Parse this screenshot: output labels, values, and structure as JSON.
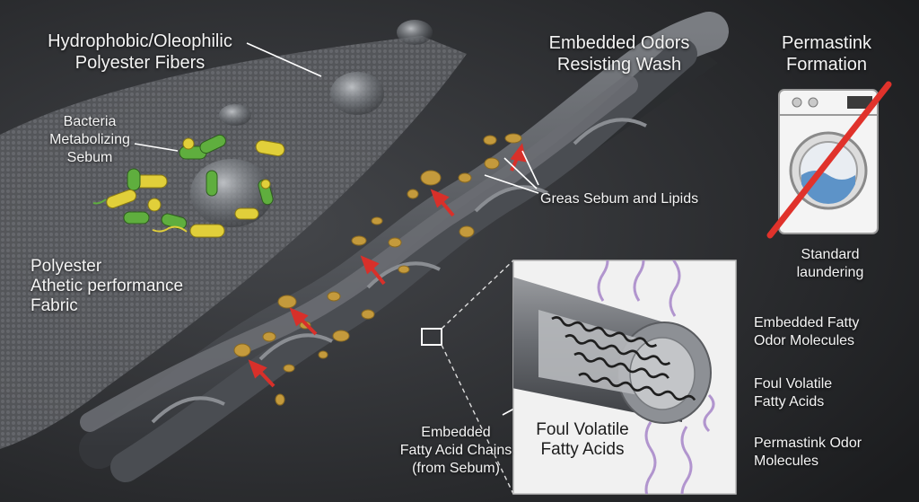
{
  "labels": {
    "hydrophobic": [
      "Hydrophobic/Oleophilic",
      "Polyester Fibers"
    ],
    "embedded_odors": [
      "Embedded Odors",
      "Resisting Wash"
    ],
    "permastink": [
      "Permastink",
      "Formation"
    ],
    "bacteria": [
      "Bacteria",
      "Metabolizing",
      "Sebum"
    ],
    "greas": [
      "Greas Sebum and Lipids"
    ],
    "fabric": [
      "Polyester",
      "Athetic performance",
      "Fabric"
    ],
    "laundering": [
      "Standard",
      "laundering"
    ],
    "embedded_chains": [
      "Embedded",
      "Fatty Acid Chains",
      "(from Sebum)"
    ],
    "foul_inset": [
      "Foul Volatile",
      "Fatty Acids"
    ],
    "embedded_fatty": [
      "Embedded Fatty",
      "Odor Molecules"
    ],
    "foul_right": [
      "Foul Volatile",
      "Fatty Acids"
    ],
    "permastink_odor": [
      "Permastink Odor",
      "Molecules"
    ]
  },
  "icons": {
    "washing_machine": "washing-machine-icon",
    "prohibition": "prohibition-slash-icon",
    "bacteria": "bacteria-icon",
    "water_droplet": "water-droplet-icon",
    "fiber_cross_section": "fiber-cross-section-icon"
  },
  "colors": {
    "background": "#2a2b2e",
    "fiber": "#5c5f64",
    "sebum": "#c49a3c",
    "bacteria_green": "#5fae3e",
    "bacteria_yellow": "#e1cf3a",
    "arrow_red": "#d8302a",
    "prohibition_red": "#e0322b",
    "odor_purple": "#a785c9",
    "inset_bg": "#f1f1f1"
  }
}
